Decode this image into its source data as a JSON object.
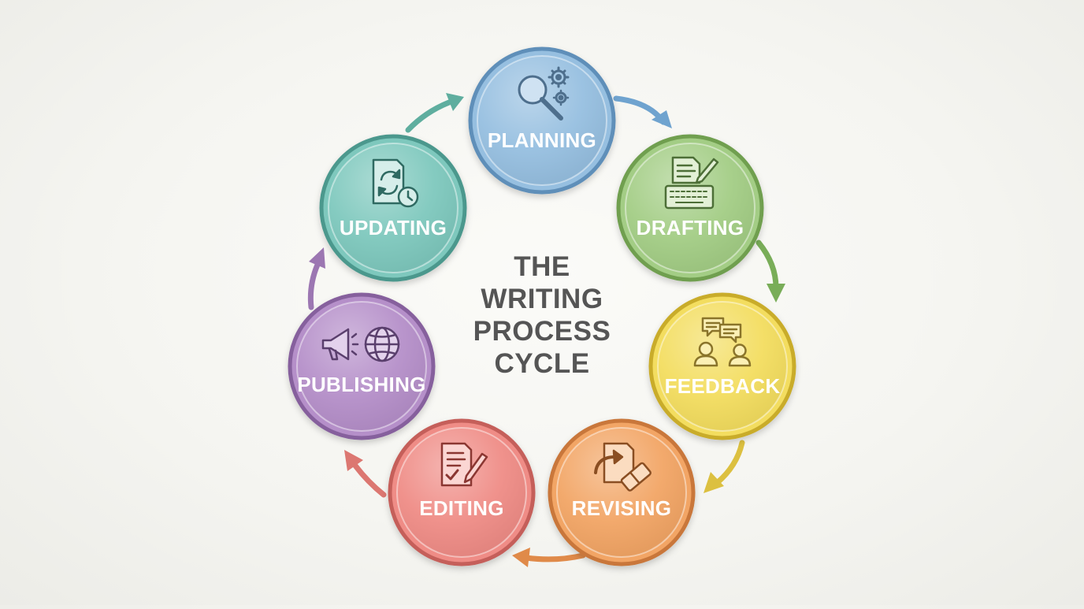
{
  "title": {
    "lines": [
      "THE",
      "WRITING",
      "PROCESS",
      "CYCLE"
    ]
  },
  "stages": [
    {
      "label": "PLANNING",
      "icon": "magnifier-gears-icon",
      "fill": "#96bfe0",
      "stroke": "#5f8fb9",
      "arrow": "#6fa3cf"
    },
    {
      "label": "DRAFTING",
      "icon": "document-pen-keyboard-icon",
      "fill": "#a3cd85",
      "stroke": "#6f9f4f",
      "arrow": "#79ad58"
    },
    {
      "label": "FEEDBACK",
      "icon": "people-speech-bubbles-icon",
      "fill": "#f3dd5f",
      "stroke": "#c9ac2c",
      "arrow": "#dcc040"
    },
    {
      "label": "REVISING",
      "icon": "document-arrow-eraser-icon",
      "fill": "#f2a565",
      "stroke": "#c9773a",
      "arrow": "#e08a49"
    },
    {
      "label": "EDITING",
      "icon": "checklist-pencil-icon",
      "fill": "#ef8c86",
      "stroke": "#c55f5a",
      "arrow": "#dc7771"
    },
    {
      "label": "PUBLISHING",
      "icon": "megaphone-globe-icon",
      "fill": "#b58fc9",
      "stroke": "#86609d",
      "arrow": "#9c77b2"
    },
    {
      "label": "UPDATING",
      "icon": "document-refresh-clock-icon",
      "fill": "#7ec8bd",
      "stroke": "#4c988d",
      "arrow": "#5fae9f"
    }
  ]
}
